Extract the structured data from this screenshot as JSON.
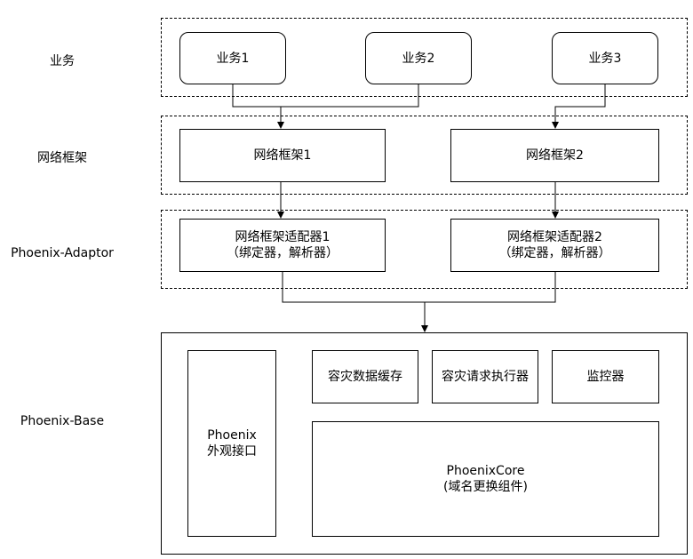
{
  "layers": {
    "business": "业务",
    "framework": "网络框架",
    "adaptor": "Phoenix-Adaptor",
    "base": "Phoenix-Base"
  },
  "business": {
    "b1": "业务1",
    "b2": "业务2",
    "b3": "业务3"
  },
  "framework": {
    "f1": "网络框架1",
    "f2": "网络框架2"
  },
  "adaptor": {
    "a1_line1": "网络框架适配器1",
    "a1_line2": "（绑定器，解析器）",
    "a2_line1": "网络框架适配器2",
    "a2_line2": "（绑定器，解析器）"
  },
  "base": {
    "facade_line1": "Phoenix",
    "facade_line2": "外观接口",
    "cache": "容灾数据缓存",
    "executor": "容灾请求执行器",
    "monitor": "监控器",
    "core_line1": "PhoenixCore",
    "core_line2": "(域名更换组件)"
  }
}
